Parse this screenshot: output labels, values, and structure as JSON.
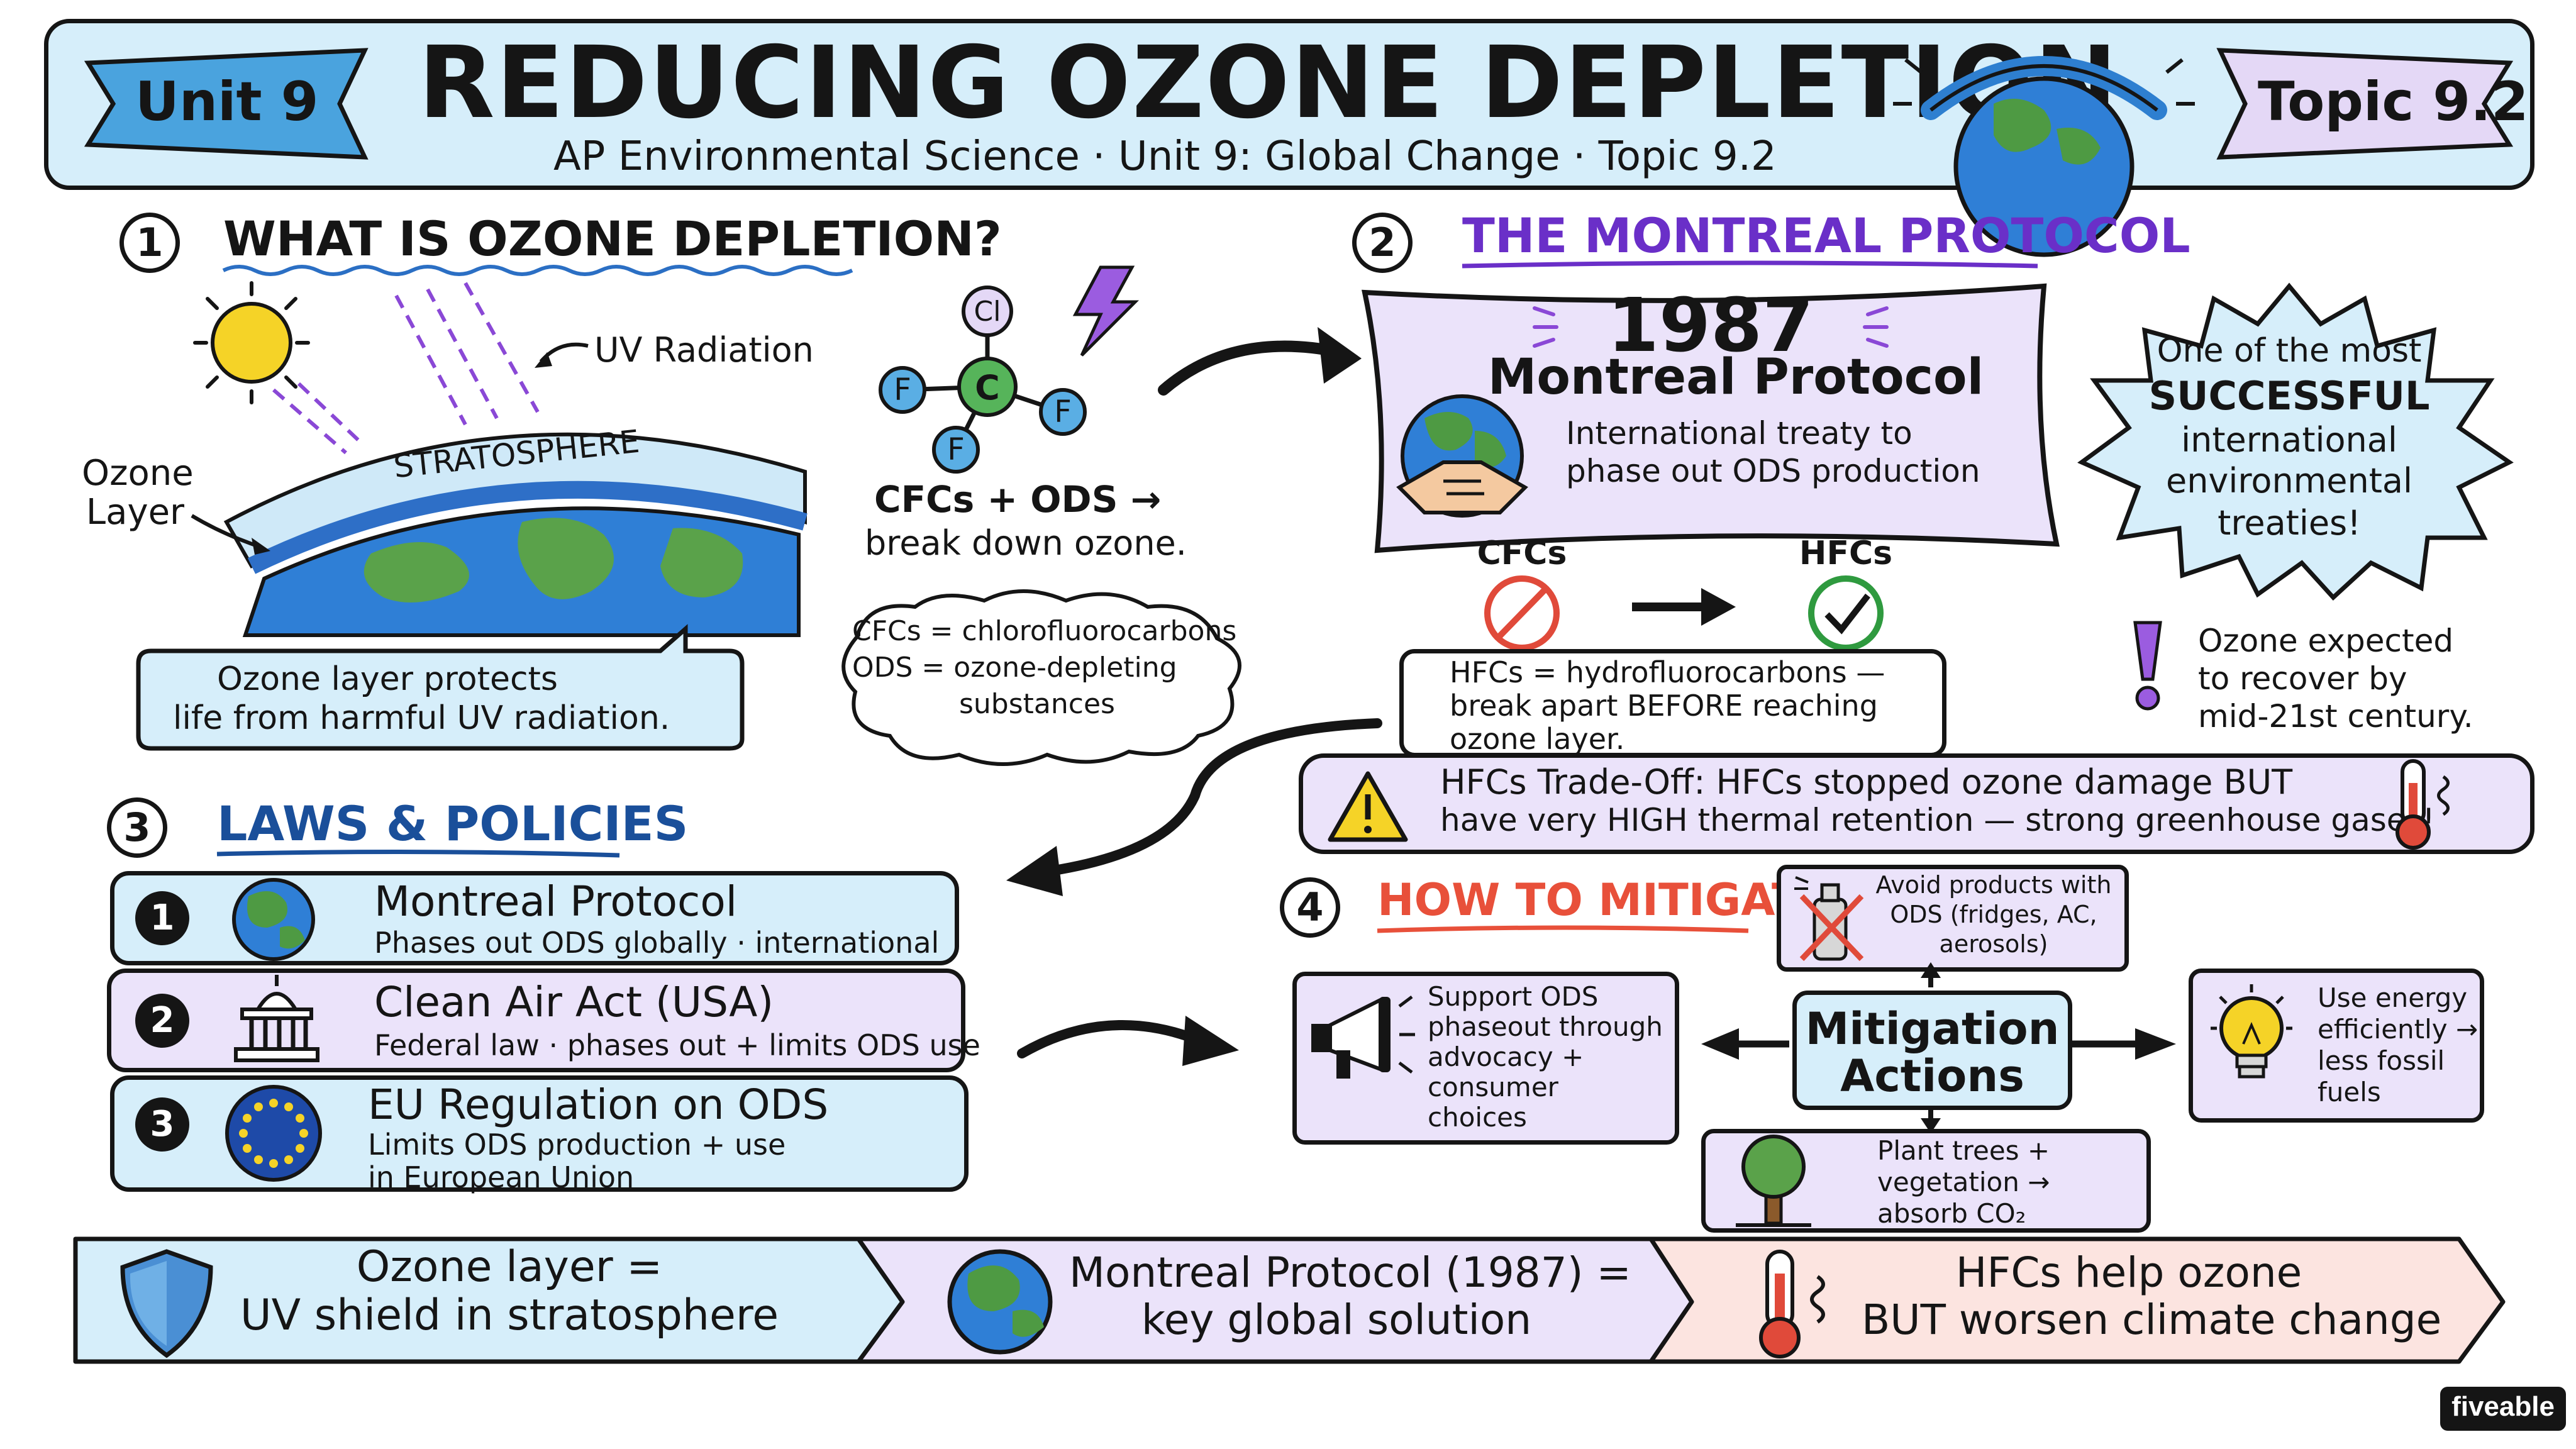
{
  "header": {
    "unit_label": "Unit 9",
    "title": "REDUCING OZONE DEPLETION",
    "subtitle": "AP Environmental Science · Unit 9: Global Change · Topic 9.2",
    "topic_label": "Topic 9.2"
  },
  "section1": {
    "number": "1",
    "heading": "WHAT IS OZONE DEPLETION?",
    "uv_label": "UV Radiation",
    "stratosphere_label": "STRATOSPHERE",
    "ozone_label_line1": "Ozone",
    "ozone_label_line2": "Layer",
    "protects_line1": "Ozone layer protects",
    "protects_line2": "life from harmful UV radiation.",
    "molecule_atoms": {
      "cl": "Cl",
      "c": "C",
      "f": "F"
    },
    "cfc_line1": "CFCs + ODS →",
    "cfc_line2": "break down ozone.",
    "def_line1": "CFCs = chlorofluorocarbons",
    "def_line2": "ODS = ozone-depleting",
    "def_line3": "substances"
  },
  "section2": {
    "number": "2",
    "heading": "THE MONTREAL PROTOCOL",
    "year": "1987",
    "name": "Montreal Protocol",
    "desc_line1": "International treaty to",
    "desc_line2": "phase out ODS production",
    "burst_line1": "One of the most",
    "burst_line2": "SUCCESSFUL",
    "burst_line3": "international",
    "burst_line4": "environmental",
    "burst_line5": "treaties!",
    "cfcs_label": "CFCs",
    "hfcs_label": "HFCs",
    "hfc_def_line1": "HFCs = hydrofluorocarbons —",
    "hfc_def_line2": "break apart BEFORE reaching",
    "hfc_def_line3": "ozone layer.",
    "recover_line1": "Ozone expected",
    "recover_line2": "to recover by",
    "recover_line3": "mid-21st century.",
    "tradeoff_line1": "HFCs Trade-Off: HFCs stopped ozone damage BUT",
    "tradeoff_line2": "have very HIGH thermal retention — strong greenhouse gases!"
  },
  "section3": {
    "number": "3",
    "heading": "LAWS & POLICIES",
    "laws": [
      {
        "num": "1",
        "title": "Montreal Protocol",
        "desc": "Phases out ODS globally · international",
        "desc2": ""
      },
      {
        "num": "2",
        "title": "Clean Air Act (USA)",
        "desc": "Federal law · phases out + limits ODS use",
        "desc2": ""
      },
      {
        "num": "3",
        "title": "EU Regulation on ODS",
        "desc": "Limits ODS production + use",
        "desc2": "in European Union"
      }
    ]
  },
  "section4": {
    "number": "4",
    "heading": "HOW TO MITIGATE",
    "center_line1": "Mitigation",
    "center_line2": "Actions",
    "avoid_line1": "Avoid products with",
    "avoid_line2": "ODS (fridges, AC,",
    "avoid_line3": "aerosols)",
    "support_line1": "Support ODS",
    "support_line2": "phaseout through",
    "support_line3": "advocacy +",
    "support_line4": "consumer",
    "support_line5": "choices",
    "energy_line1": "Use energy",
    "energy_line2": "efficiently →",
    "energy_line3": "less fossil",
    "energy_line4": "fuels",
    "trees_line1": "Plant trees +",
    "trees_line2": "vegetation →",
    "trees_line3": "absorb CO₂"
  },
  "summary": [
    {
      "line1": "Ozone layer =",
      "line2": "UV shield in stratosphere"
    },
    {
      "line1": "Montreal Protocol (1987) =",
      "line2": "key global solution"
    },
    {
      "line1": "HFCs help ozone",
      "line2": "BUT worsen climate change"
    }
  ],
  "brand": "fiveable",
  "colors": {
    "blue_panel": "#d6eefa",
    "lavender_panel": "#ebe3fa",
    "pink_panel": "#fce4e0",
    "purple_heading": "#6a2fc8",
    "blue_heading": "#1a4f9a",
    "red_heading": "#e8503a",
    "ink": "#151515"
  }
}
